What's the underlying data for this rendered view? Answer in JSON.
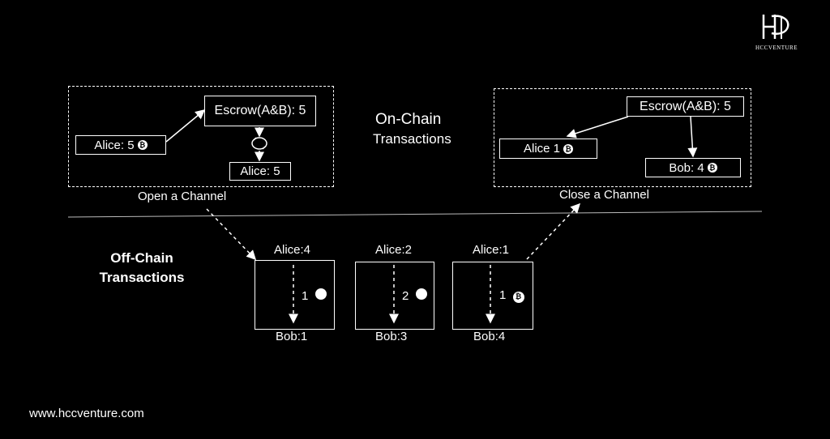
{
  "brand": {
    "logo_text": "HCCVENTURE",
    "website": "www.hccventure.com"
  },
  "on_chain": {
    "title": "On-Chain",
    "subtitle": "Transactions",
    "open": {
      "caption": "Open a Channel",
      "alice_input": "Alice: 5",
      "escrow": "Escrow(A&B): 5",
      "alice_result": "Alice: 5"
    },
    "close": {
      "caption": "Close a Channel",
      "escrow": "Escrow(A&B): 5",
      "alice_out": "Alice 1",
      "bob_out": "Bob: 4"
    }
  },
  "off_chain": {
    "title_line1": "Off-Chain",
    "title_line2": "Transactions",
    "states": [
      {
        "top": "Alice:4",
        "bottom": "Bob:1",
        "amount": "1"
      },
      {
        "top": "Alice:2",
        "bottom": "Bob:3",
        "amount": "2"
      },
      {
        "top": "Alice:1",
        "bottom": "Bob:4",
        "amount": "1"
      }
    ]
  },
  "icons": {
    "coin": "bitcoin-coin-icon",
    "cycle": "cycle-icon",
    "logo": "hcc-logo-icon"
  }
}
